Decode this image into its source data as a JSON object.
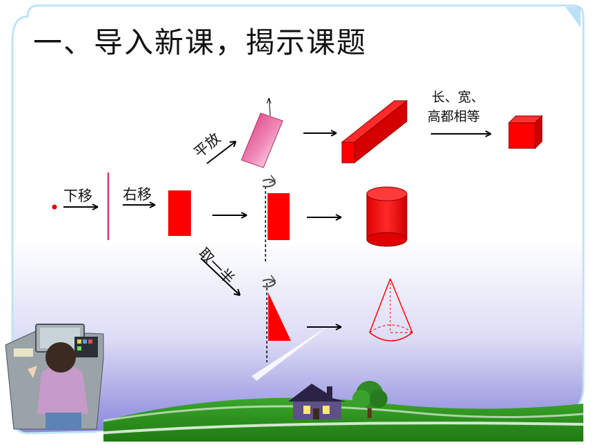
{
  "slide": {
    "title": "一、导入新课，揭示课题",
    "labels": {
      "move_down": "下移",
      "move_right": "右移",
      "lay_flat": "平放",
      "take_half": "取一半",
      "equal_line1": "长、宽、",
      "equal_line2": "高都相等"
    },
    "colors": {
      "shape_red": "#ff0000",
      "dark_red": "#c40000",
      "pink": "#e8508a",
      "sky_top": "#ffffff",
      "sky_bottom": "#7f7cd6",
      "grass": "#2e9a1e",
      "frame": "#7fc7ee"
    },
    "icons": [
      "rotate-arrow-icon",
      "right-arrow-icon",
      "house-icon",
      "tree-icon",
      "student-at-computer-icon"
    ]
  }
}
